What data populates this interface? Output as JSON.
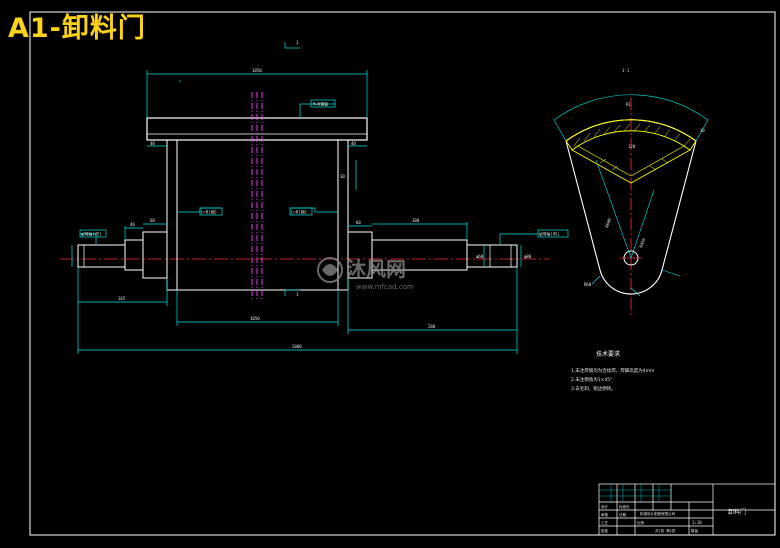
{
  "title": "A1-卸料门",
  "section_mark_top": "1",
  "section_mark_bottom": "1",
  "section_view_label": "1-1",
  "dims": {
    "top_width": "1050",
    "overall_length": "2000",
    "body_width": "1050",
    "left_shaft_len": "165",
    "right_shaft_len": "280",
    "flange_w": "40",
    "offset_30": "30",
    "offset_60": "60",
    "shaft_d_left": "φ80",
    "shaft_d_right": "φ60",
    "step_40": "40",
    "step_60": "60",
    "len_120": "120",
    "right_seg_100": "100"
  },
  "leaders": {
    "top_plate": "δ=6钢板",
    "left_shaft": "φ90轴(45)",
    "right_shaft": "φ90轴(45)",
    "inner_left": "L=8(钢)",
    "inner_right": "L=8(钢)"
  },
  "section_dims": {
    "arc": "R1",
    "angle": "120",
    "r_outer": "R600",
    "r_inner": "R450",
    "hub": "R60",
    "edge": "10"
  },
  "tech_req": {
    "heading": "技术要求",
    "items": [
      "1.未注焊缝均为连续焊，焊脚高度为4mm",
      "2.未注倒角为1×45°",
      "3.去毛刺，锐边倒钝。"
    ]
  },
  "title_block": {
    "drawing_name": "卸料门",
    "scale": "1:10",
    "company": "机械设计制造有限公司",
    "sheet": "共1张 第1张",
    "cells": [
      "设计",
      "审核",
      "工艺",
      "批准",
      "标准化",
      "日期",
      "比例",
      "数量"
    ]
  },
  "watermark": {
    "brand": "沐风网",
    "url": "www.mfcad.com"
  }
}
